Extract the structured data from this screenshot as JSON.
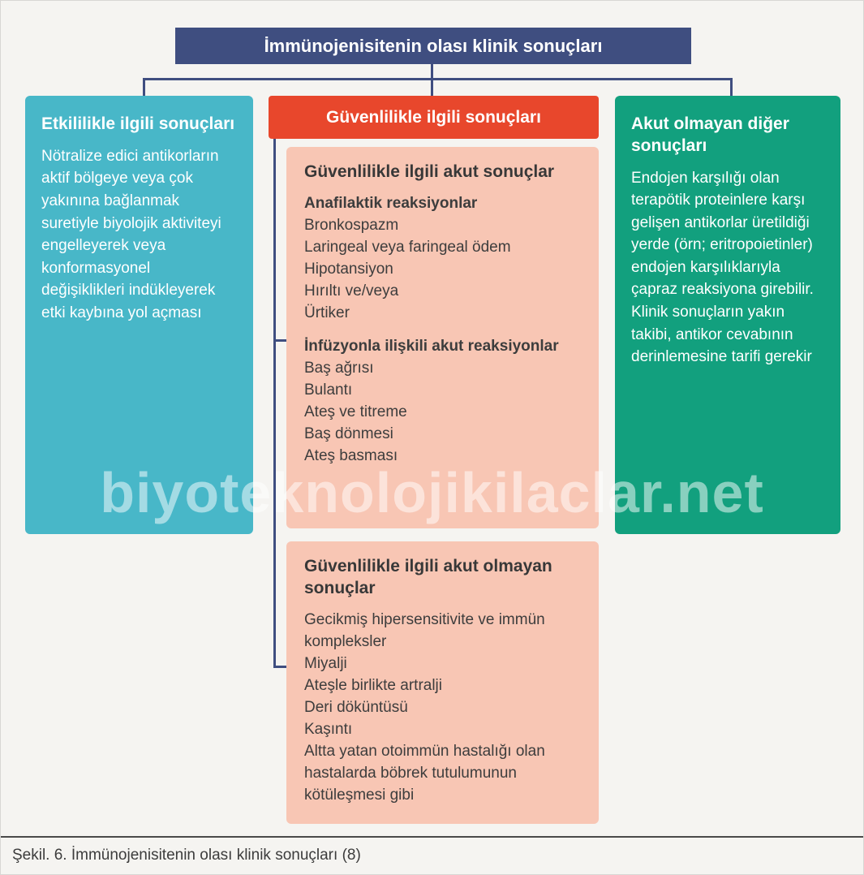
{
  "figure": {
    "title": "İmmünojenisitenin olası klinik sonuçları",
    "caption": "Şekil. 6. İmmünojenisitenin olası klinik sonuçları (8)",
    "watermark": "biyoteknolojikilaclar.net"
  },
  "columns": {
    "efficacy": {
      "title": "Etkililikle ilgili sonuçları",
      "body": "Nötralize edici antikorların aktif bölgeye veya çok yakınına bağlanmak suretiyle biyolojik aktiviteyi engelleyerek veya konformasyonel değişiklikleri indükleyerek etki kaybına yol açması"
    },
    "safety": {
      "title": "Güvenlilikle ilgili sonuçları",
      "acute": {
        "title": "Güvenlilikle ilgili akut sonuçlar",
        "sections": [
          {
            "heading": "Anafilaktik reaksiyonlar",
            "items": [
              "Bronkospazm",
              "Laringeal veya faringeal ödem",
              "Hipotansiyon",
              "Hırıltı ve/veya",
              "Ürtiker"
            ]
          },
          {
            "heading": "İnfüzyonla ilişkili akut reaksiyonlar",
            "items": [
              "Baş ağrısı",
              "Bulantı",
              "Ateş ve titreme",
              "Baş dönmesi",
              "Ateş basması"
            ]
          }
        ]
      },
      "nonacute": {
        "title": "Güvenlilikle ilgili akut olmayan sonuçlar",
        "items": [
          "Gecikmiş hipersensitivite ve immün kompleksler",
          "Miyalji",
          "Ateşle birlikte artralji",
          "Deri döküntüsü",
          "Kaşıntı",
          "Altta yatan otoimmün hastalığı olan hastalarda böbrek tutulumunun kötüleşmesi gibi"
        ]
      }
    },
    "other": {
      "title": "Akut olmayan diğer sonuçları",
      "body": "Endojen karşılığı olan terapötik proteinlere karşı gelişen antikorlar üretildiği yerde (örn; eritropoietinler) endojen karşılıklarıyla çapraz reaksiyona girebilir. Klinik sonuçların yakın takibi, antikor cevabının derinlemesine tarifi gerekir"
    }
  },
  "colors": {
    "title_bg": "#3f4e80",
    "efficacy_bg": "#48b7c8",
    "safety_header_bg": "#e8472c",
    "safety_panel_bg": "#f8c6b4",
    "other_bg": "#12a07e",
    "connector": "#3f4e80",
    "page_bg": "#f5f4f1",
    "dark_text": "#3d3d3d"
  }
}
